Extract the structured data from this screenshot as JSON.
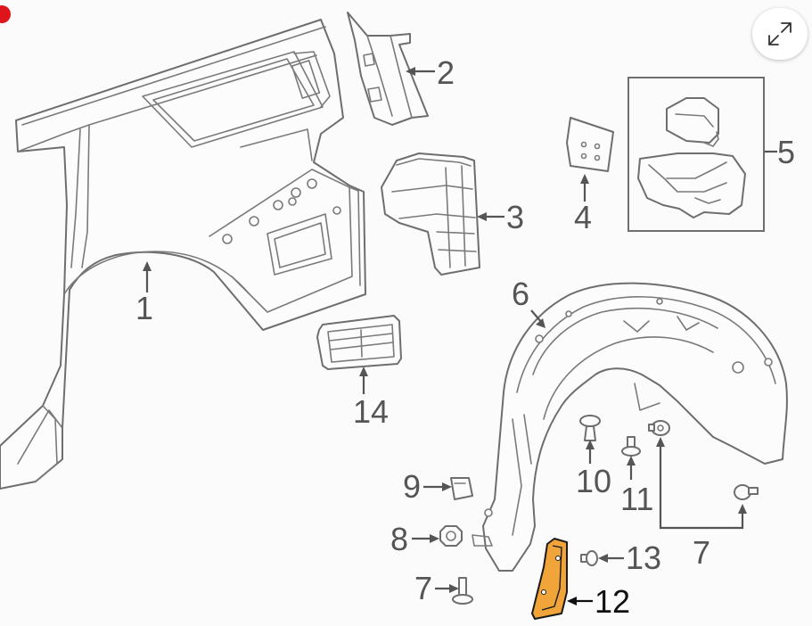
{
  "diagram": {
    "callouts": [
      {
        "id": "1",
        "text": "1"
      },
      {
        "id": "2",
        "text": "2"
      },
      {
        "id": "3",
        "text": "3"
      },
      {
        "id": "4",
        "text": "4"
      },
      {
        "id": "5",
        "text": "5"
      },
      {
        "id": "6",
        "text": "6"
      },
      {
        "id": "7a",
        "text": "7"
      },
      {
        "id": "7b",
        "text": "7"
      },
      {
        "id": "8",
        "text": "8"
      },
      {
        "id": "9",
        "text": "9"
      },
      {
        "id": "10",
        "text": "10"
      },
      {
        "id": "11",
        "text": "11"
      },
      {
        "id": "12",
        "text": "12"
      },
      {
        "id": "13",
        "text": "13"
      },
      {
        "id": "14",
        "text": "14"
      }
    ],
    "highlight_part": "12",
    "colors": {
      "line": "#6e6e6e",
      "label": "#555555",
      "highlight_fill": "#f0a43a",
      "highlight_stroke": "#1a1a1a",
      "indicator": "#e0151b"
    }
  },
  "controls": {
    "expand_icon": "expand-diagonal-arrows-icon"
  }
}
